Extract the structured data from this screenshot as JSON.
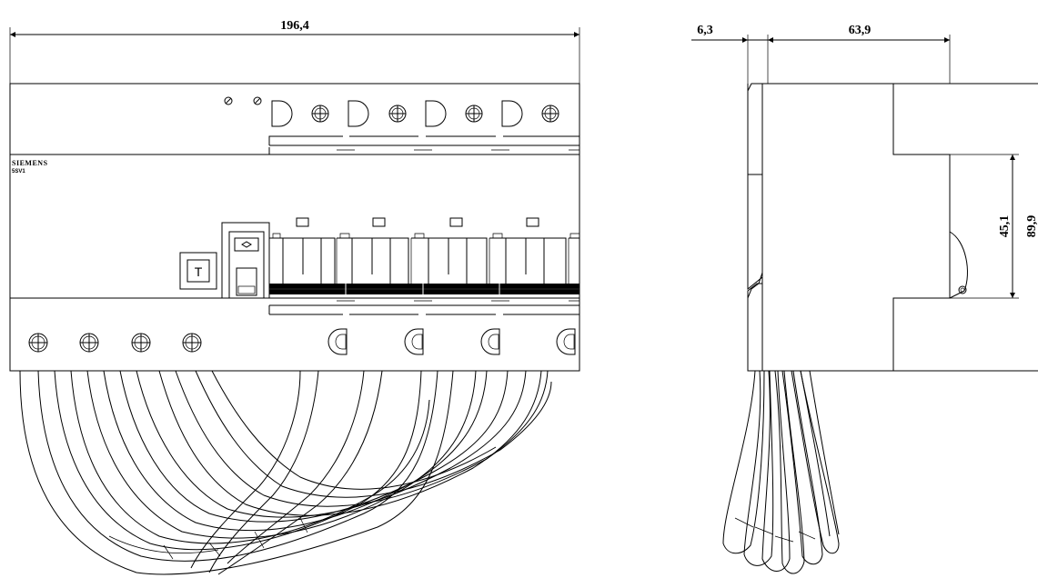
{
  "dimensions": {
    "front_width": "196,4",
    "side_left": "6,3",
    "side_depth": "63,9",
    "side_h1": "45,1",
    "side_h2": "89,9"
  },
  "front_label": {
    "brand": "SIEMENS",
    "model": "5SV1"
  },
  "test_button_label": "T"
}
